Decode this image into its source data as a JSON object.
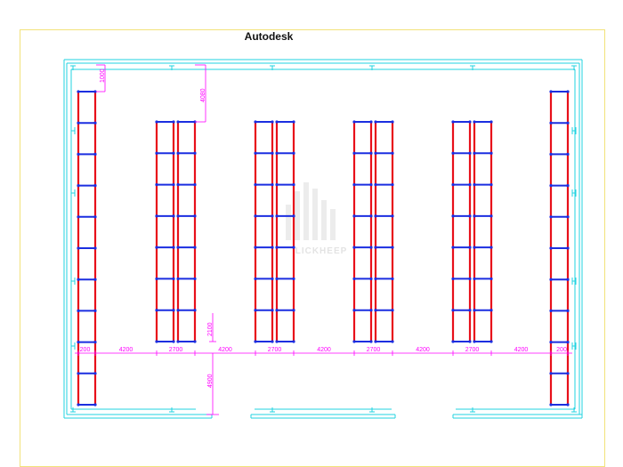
{
  "drawing": {
    "title": "Autodesk",
    "watermark_text": "LICKHEEP",
    "colors": {
      "wall": "#22d3e0",
      "upright": "#e8101a",
      "beam": "#1b2ee0",
      "dimension": "#ff00ff",
      "frame": "#f2e27a"
    },
    "dimensions": {
      "top_left_gap": "1000",
      "top_aisle": "4080",
      "inner_small": "2100",
      "bottom_aisle": "4900",
      "bottom_row": [
        "200",
        "4200",
        "2700",
        "4200",
        "2700",
        "4200",
        "2700",
        "4200",
        "2700",
        "4200",
        "200"
      ]
    },
    "racks": {
      "single_rack_count": 2,
      "double_rack_count": 4,
      "levels": 8
    }
  }
}
